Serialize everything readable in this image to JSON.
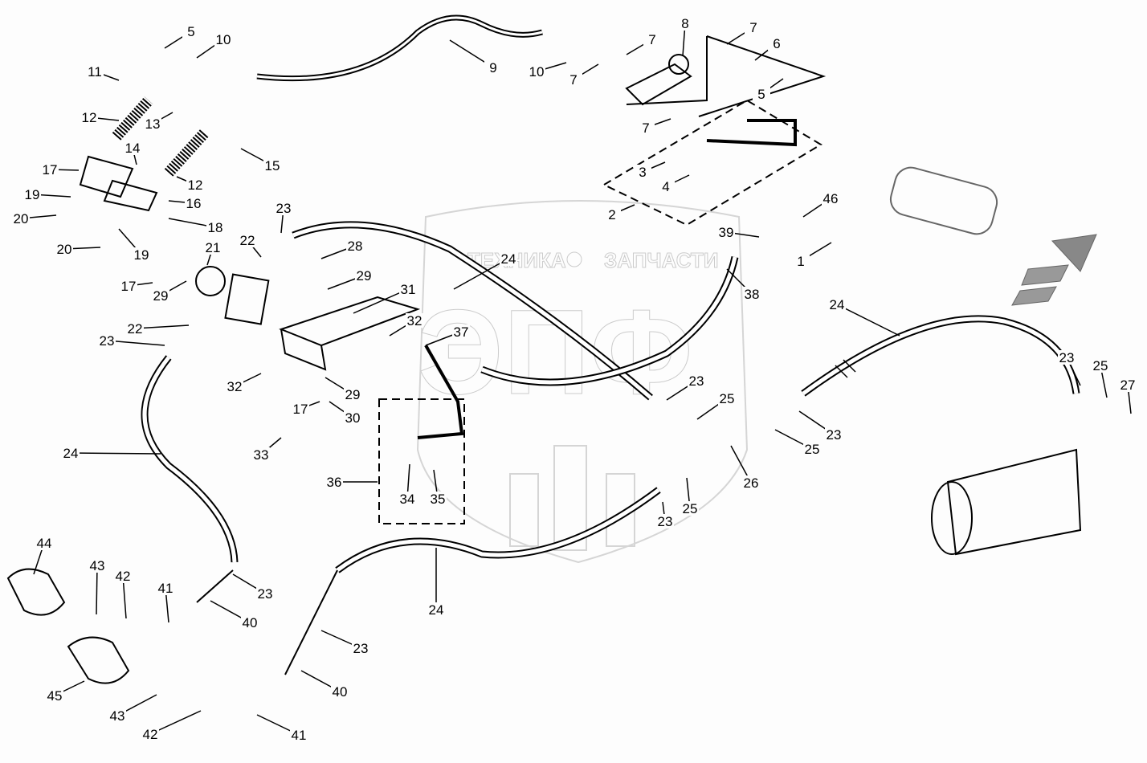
{
  "watermark": {
    "left": "ТЕХНИКА",
    "right": "ЗАПЧАСТИ",
    "logo": "ЭПФ",
    "gear_icon": "gear-icon"
  },
  "callouts": [
    "5",
    "10",
    "9",
    "10",
    "7",
    "8",
    "7",
    "7",
    "6",
    "5",
    "7",
    "3",
    "4",
    "2",
    "46",
    "39",
    "1",
    "38",
    "11",
    "12",
    "13",
    "14",
    "12",
    "15",
    "17",
    "16",
    "19",
    "20",
    "18",
    "20",
    "19",
    "21",
    "23",
    "22",
    "28",
    "24",
    "29",
    "17",
    "29",
    "31",
    "32",
    "37",
    "22",
    "23",
    "32",
    "29",
    "17",
    "30",
    "23",
    "25",
    "24",
    "23",
    "25",
    "27",
    "23",
    "25",
    "26",
    "25",
    "23",
    "33",
    "36",
    "34",
    "35",
    "24",
    "24",
    "44",
    "43",
    "42",
    "41",
    "23",
    "40",
    "23",
    "40",
    "45",
    "43",
    "42",
    "41"
  ]
}
